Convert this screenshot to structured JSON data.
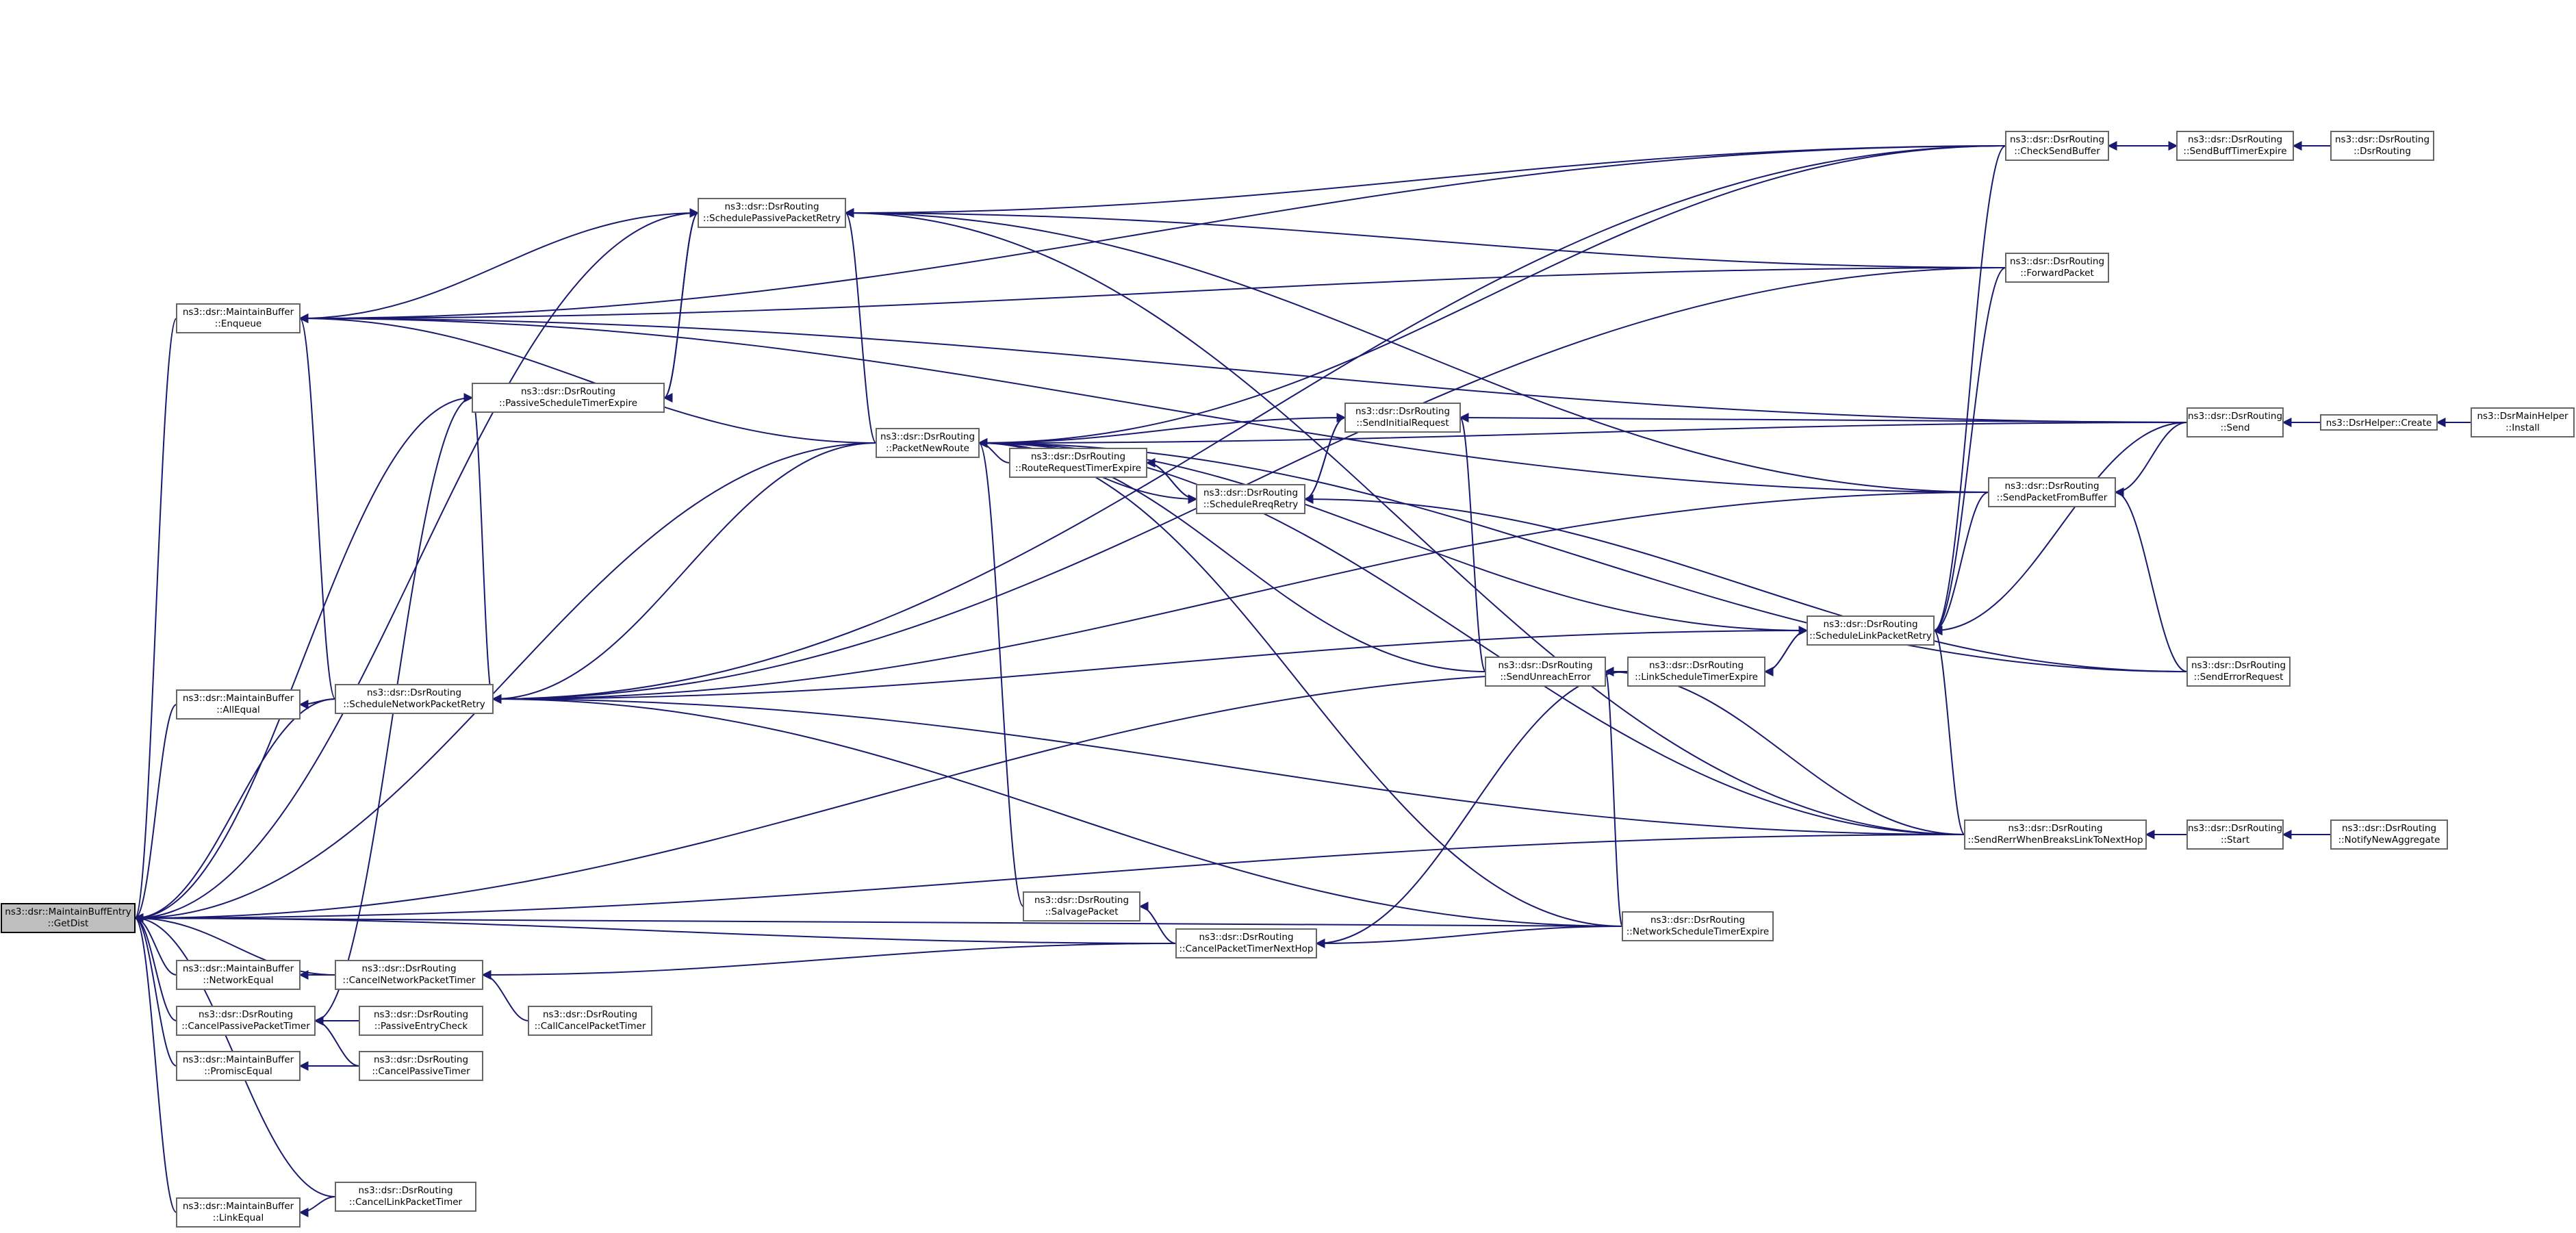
{
  "diagram": {
    "edge_color": "#191970",
    "root_fill": "#bfbfbf",
    "nodes": [
      {
        "id": "getdist",
        "line1": "ns3::dsr::MaintainBuffEntry",
        "line2": "::GetDist",
        "root": true
      },
      {
        "id": "enqueue",
        "line1": "ns3::dsr::MaintainBuffer",
        "line2": "::Enqueue"
      },
      {
        "id": "allequal",
        "line1": "ns3::dsr::MaintainBuffer",
        "line2": "::AllEqual"
      },
      {
        "id": "networkequal",
        "line1": "ns3::dsr::MaintainBuffer",
        "line2": "::NetworkEqual"
      },
      {
        "id": "cancelpassivepackettimer",
        "line1": "ns3::dsr::DsrRouting",
        "line2": "::CancelPassivePacketTimer"
      },
      {
        "id": "promiscequal",
        "line1": "ns3::dsr::MaintainBuffer",
        "line2": "::PromiscEqual"
      },
      {
        "id": "linkequal",
        "line1": "ns3::dsr::MaintainBuffer",
        "line2": "::LinkEqual"
      },
      {
        "id": "passivescheduletimerexpire",
        "line1": "ns3::dsr::DsrRouting",
        "line2": "::PassiveScheduleTimerExpire"
      },
      {
        "id": "schedulenetworkpacketretry",
        "line1": "ns3::dsr::DsrRouting",
        "line2": "::ScheduleNetworkPacketRetry"
      },
      {
        "id": "cancelnetworkpackettimer",
        "line1": "ns3::dsr::DsrRouting",
        "line2": "::CancelNetworkPacketTimer"
      },
      {
        "id": "passiveentrycheck",
        "line1": "ns3::dsr::DsrRouting",
        "line2": "::PassiveEntryCheck"
      },
      {
        "id": "cancelpassivetimer",
        "line1": "ns3::dsr::DsrRouting",
        "line2": "::CancelPassiveTimer"
      },
      {
        "id": "cancellinkpackettimer",
        "line1": "ns3::dsr::DsrRouting",
        "line2": "::CancelLinkPacketTimer"
      },
      {
        "id": "schedulepassivepacketretry",
        "line1": "ns3::dsr::DsrRouting",
        "line2": "::SchedulePassivePacketRetry"
      },
      {
        "id": "callcancelpackettimer",
        "line1": "ns3::dsr::DsrRouting",
        "line2": "::CallCancelPacketTimer"
      },
      {
        "id": "packetnewroute",
        "line1": "ns3::dsr::DsrRouting",
        "line2": "::PacketNewRoute"
      },
      {
        "id": "salvagepacket",
        "line1": "ns3::dsr::DsrRouting",
        "line2": "::SalvagePacket"
      },
      {
        "id": "routerequesttimerexpire",
        "line1": "ns3::dsr::DsrRouting",
        "line2": "::RouteRequestTimerExpire"
      },
      {
        "id": "cancelpackettimernexthop",
        "line1": "ns3::dsr::DsrRouting",
        "line2": "::CancelPacketTimerNextHop"
      },
      {
        "id": "schedulerreqretry",
        "line1": "ns3::dsr::DsrRouting",
        "line2": "::ScheduleRreqRetry"
      },
      {
        "id": "sendinitialrequest",
        "line1": "ns3::dsr::DsrRouting",
        "line2": "::SendInitialRequest"
      },
      {
        "id": "sendunreacherror",
        "line1": "ns3::dsr::DsrRouting",
        "line2": "::SendUnreachError"
      },
      {
        "id": "networkscheduletimerexpire",
        "line1": "ns3::dsr::DsrRouting",
        "line2": "::NetworkScheduleTimerExpire"
      },
      {
        "id": "linkscheduletimerexpire",
        "line1": "ns3::dsr::DsrRouting",
        "line2": "::LinkScheduleTimerExpire"
      },
      {
        "id": "schedulelinkpacketretry",
        "line1": "ns3::dsr::DsrRouting",
        "line2": "::ScheduleLinkPacketRetry"
      },
      {
        "id": "checksendbuffer",
        "line1": "ns3::dsr::DsrRouting",
        "line2": "::CheckSendBuffer"
      },
      {
        "id": "forwardpacket",
        "line1": "ns3::dsr::DsrRouting",
        "line2": "::ForwardPacket"
      },
      {
        "id": "sendpacketfrombuffer",
        "line1": "ns3::dsr::DsrRouting",
        "line2": "::SendPacketFromBuffer"
      },
      {
        "id": "sendrerrwhenbreakslinktonexthop",
        "line1": "ns3::dsr::DsrRouting",
        "line2": "::SendRerrWhenBreaksLinkToNextHop"
      },
      {
        "id": "sendbufftimerexpire",
        "line1": "ns3::dsr::DsrRouting",
        "line2": "::SendBuffTimerExpire"
      },
      {
        "id": "send",
        "line1": "ns3::dsr::DsrRouting",
        "line2": "::Send"
      },
      {
        "id": "senderrorrequest",
        "line1": "ns3::dsr::DsrRouting",
        "line2": "::SendErrorRequest"
      },
      {
        "id": "start",
        "line1": "ns3::dsr::DsrRouting",
        "line2": "::Start"
      },
      {
        "id": "dsrrouting",
        "line1": "ns3::dsr::DsrRouting",
        "line2": "::DsrRouting"
      },
      {
        "id": "helpercreate",
        "line1": "ns3::DsrHelper::Create",
        "line2": ""
      },
      {
        "id": "notifynewaggregate",
        "line1": "ns3::dsr::DsrRouting",
        "line2": "::NotifyNewAggregate"
      },
      {
        "id": "install",
        "line1": "ns3::DsrMainHelper",
        "line2": "::Install"
      }
    ]
  }
}
